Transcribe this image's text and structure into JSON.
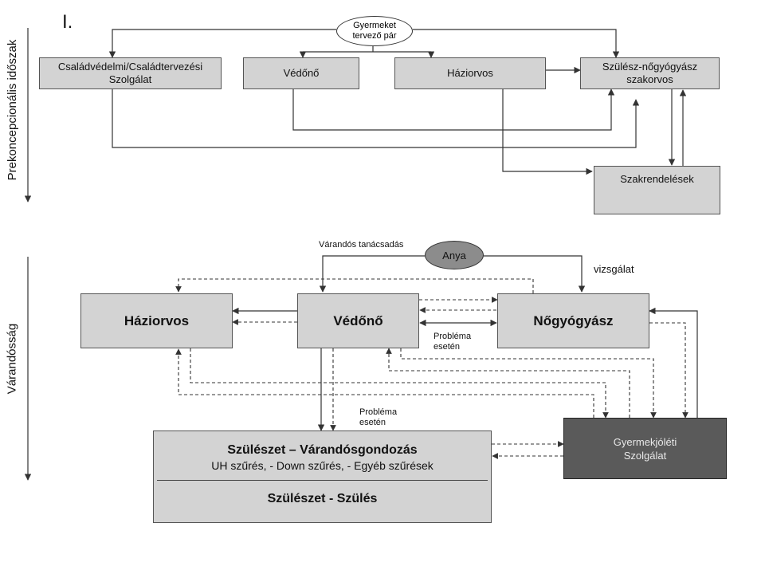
{
  "section1": {
    "roman_numeral": "I.",
    "side_label": "Prekoncepcionális időszak",
    "ellipse": {
      "line1": "Gyermeket",
      "line2": "tervező pár"
    },
    "boxes": {
      "csalad": {
        "line1": "Családvédelmi/Családtervezési",
        "line2": "Szolgálat"
      },
      "vedono": "Védőnő",
      "haziorvos": "Háziorvos",
      "szulesz": {
        "line1": "Szülész-nőgyógyász",
        "line2": "szakorvos"
      },
      "szakrendelesek": "Szakrendelések"
    }
  },
  "section2": {
    "side_label": "Várandósság",
    "ellipse": "Anya",
    "labels": {
      "varandos_tanacsadas": "Várandós tanácsadás",
      "vizsgalat": "vizsgálat",
      "problema1": {
        "line1": "Probléma",
        "line2": "esetén"
      },
      "problema2": {
        "line1": "Probléma",
        "line2": "esetén"
      }
    },
    "boxes": {
      "haziorvos": "Háziorvos",
      "vedono": "Védőnő",
      "nogyogyasz": "Nőgyógyász",
      "gyermekjoleti": {
        "line1": "Gyermekjóléti",
        "line2": "Szolgálat"
      },
      "szuleszet": {
        "title": "Szülészet – Várandósgondozás",
        "subtitle": "UH szűrés, - Down szűrés, - Egyéb szűrések",
        "bottom": "Szülészet - Szülés"
      }
    }
  },
  "colors": {
    "box_fill": "#d3d3d3",
    "ellipse_dark": "#8c8c8c",
    "dark_box": "#5a5a5a",
    "line": "#333333"
  }
}
